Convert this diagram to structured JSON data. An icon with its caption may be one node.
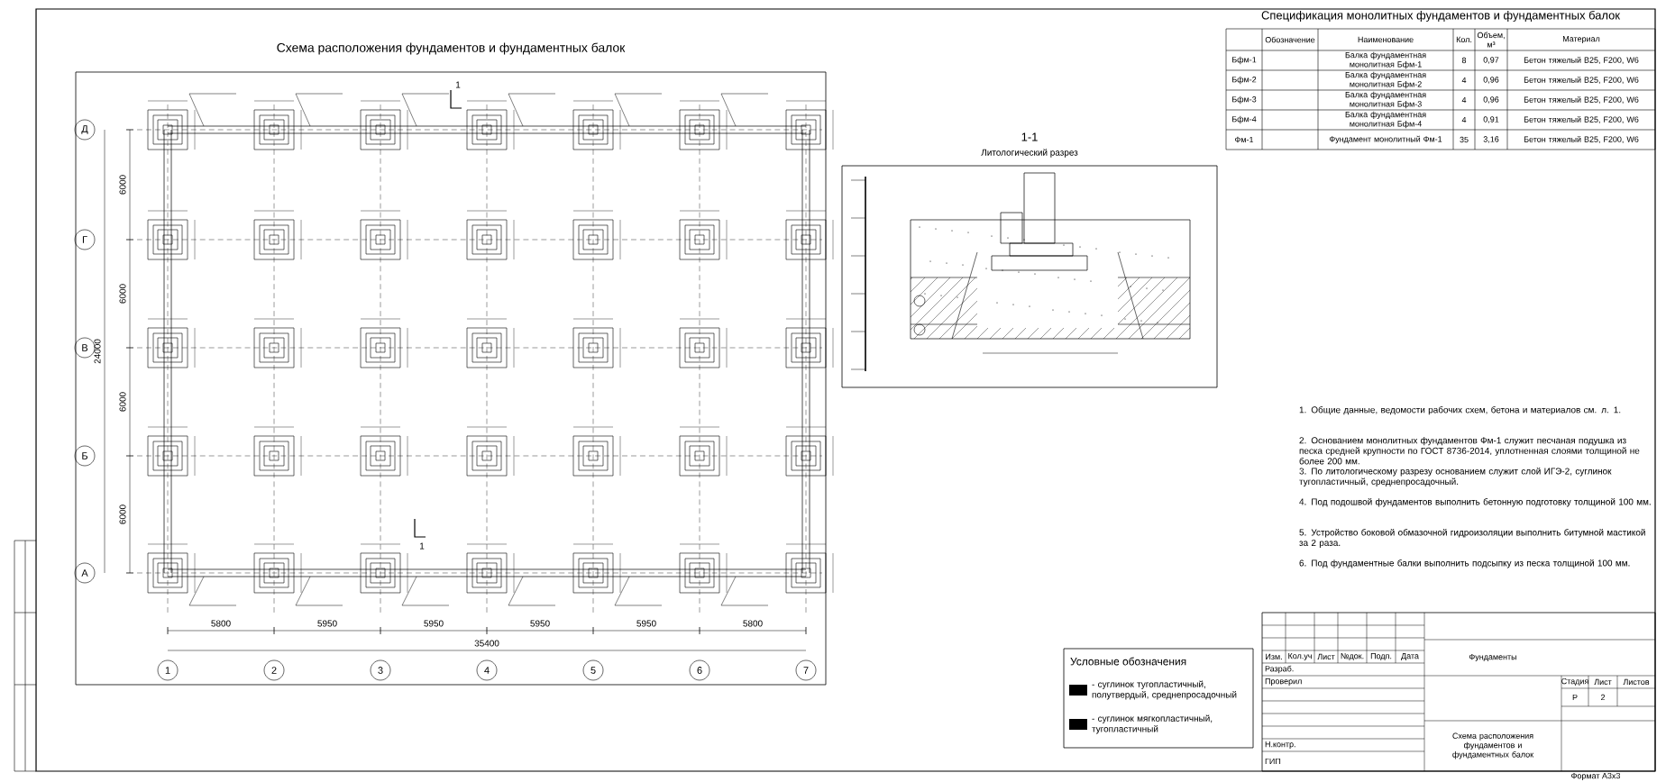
{
  "diagram": {
    "title": "Схема расположения фундаментов и фундаментных балок",
    "nodes": [
      {
        "text": [
          "Д"
        ]
      },
      {
        "text": [
          "Г"
        ]
      },
      {
        "text": [
          "В"
        ]
      },
      {
        "text": [
          "Б"
        ]
      },
      {
        "text": [
          "А"
        ]
      },
      {
        "text": [
          "1"
        ]
      },
      {
        "text": [
          "2"
        ]
      },
      {
        "text": [
          "3"
        ]
      },
      {
        "text": [
          "4"
        ]
      },
      {
        "text": [
          "5"
        ]
      },
      {
        "text": [
          "6"
        ]
      },
      {
        "text": [
          "7"
        ]
      }
    ],
    "labels": [
      "1-1",
      "Литологический разрез",
      "Спецификация монолитных фундаментов и фундаментных балок",
      "Обозначение",
      "Наименование",
      "Кол.",
      "Объем, м³",
      "Материал",
      "Бфм-1",
      "Балка фундаментная монолитная Бфм-1",
      "8",
      "0,97",
      "Бетон тяжелый В25, F200, W6",
      "Бфм-2",
      "Балка фундаментная монолитная Бфм-2",
      "4",
      "0,96",
      "Бетон тяжелый В25, F200, W6",
      "Бфм-3",
      "Балка фундаментная монолитная Бфм-3",
      "4",
      "0,96",
      "Бетон тяжелый В25, F200, W6",
      "Бфм-4",
      "Балка фундаментная монолитная Бфм-4",
      "4",
      "0,91",
      "Бетон тяжелый В25, F200, W6",
      "Фм-1",
      "Фундамент монолитный Фм-1",
      "35",
      "3,16",
      "Бетон тяжелый В25, F200, W6",
      "5800",
      "5950",
      "5950",
      "5950",
      "5950",
      "5800",
      "35400",
      "6000",
      "6000",
      "6000",
      "6000",
      "24000",
      "1",
      "1",
      "1. Общие данные, ведомости рабочих схем, бетона и материалов см. л. 1.",
      "2. Основанием монолитных фундаментов Фм-1 служит песчаная подушка из песка средней крупности по ГОСТ 8736-2014, уплотненная слоями толщиной не более 200 мм.",
      "3. По литологическому разрезу основанием служит слой ИГЭ-2, суглинок тугопластичный, среднепросадочный.",
      "4. Под подошвой фундаментов выполнить бетонную подготовку толщиной 100 мм.",
      "5. Устройство боковой обмазочной гидроизоляции выполнить битумной мастикой за 2 раза.",
      "6. Под фундаментные балки выполнить подсыпку из песка толщиной 100 мм.",
      "Условные обозначения",
      "Изм.",
      "Кол.уч",
      "Лист",
      "№док.",
      "Подп.",
      "Дата",
      "Разраб.",
      "Проверил",
      "Н.контр.",
      "ГИП",
      "Фундаменты",
      "Стадия",
      "Лист",
      "Листов",
      "Р",
      "2",
      "Схема расположения фундаментов и фундаментных балок",
      "Формат А3х3"
    ],
    "legend": [
      {
        "text": "- суглинок тугопластичный, полутвердый, среднепросадочный",
        "color": "#000000"
      },
      {
        "text": "- суглинок мягкопластичный, тугопластичный",
        "color": "#000000"
      }
    ]
  }
}
